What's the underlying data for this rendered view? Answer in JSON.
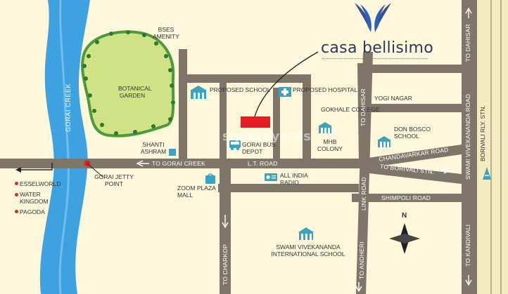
{
  "brand": {
    "name": "casa bellisimo"
  },
  "waterbody": {
    "name": "GORAI CREEK"
  },
  "areas": {
    "garden": "BOTANICAL GARDEN",
    "bses": "BSES AMENITY"
  },
  "landmarks": {
    "proposed_school": "PROPOSED SCHOOL",
    "proposed_hospital": "PROPOSED HOSPITAL",
    "gokhale_college": "GOKHALE COLLEGE",
    "mhb_colony": "MHB COLONY",
    "shanti_ashram": "SHANTI ASHRAM",
    "gorai_bus_depot": "GORAI BUS DEPOT",
    "all_india_radio": "ALL INDIA RADIO",
    "zoom_plaza_mall": "ZOOM PLAZA MALL",
    "yogi_nagar": "YOGI NAGAR",
    "don_bosco": "DON BOSCO SCHOOL",
    "swami_school": "SWAMI VIVEKANANDA INTERNATIONAL SCHOOL",
    "gorai_jetty": "GORAI JETTY POINT",
    "borivali_stn": "BORIVALI RLY. STN."
  },
  "west_points": [
    "ESSELWORLD",
    "WATER KINGDOM",
    "PAGODA"
  ],
  "roads": {
    "to_gorai_creek": "TO GORAI CREEK",
    "lt_road": "L.T. ROAD",
    "link_road": "LINK ROAD",
    "chandavarkar": "CHANDAVARKAR ROAD",
    "to_borivali": "TO BORIVALI STN.",
    "shimpoli": "SHIMPOLI ROAD",
    "to_dahisar_mid": "TO DAHISAR",
    "to_andheri": "TO ANDHERI",
    "to_charkop": "TO CHARKOP",
    "swami_road": "SWAMI VIVEKANANDA ROAD",
    "to_dahisar_rail": "TO DAHISAR",
    "to_kandivali": "TO KANDIVALI"
  },
  "compass": {
    "north": "N"
  },
  "watermark": "squareyards",
  "colors": {
    "background": "#fdf7dc",
    "road": "#7d7669",
    "river": "#3fa2e0",
    "garden": "#cfe386",
    "garden_border": "#4c9a3a",
    "project_marker": "#e21d24",
    "icon": "#3aa3c4",
    "rail_band": "#f3ecc2"
  }
}
